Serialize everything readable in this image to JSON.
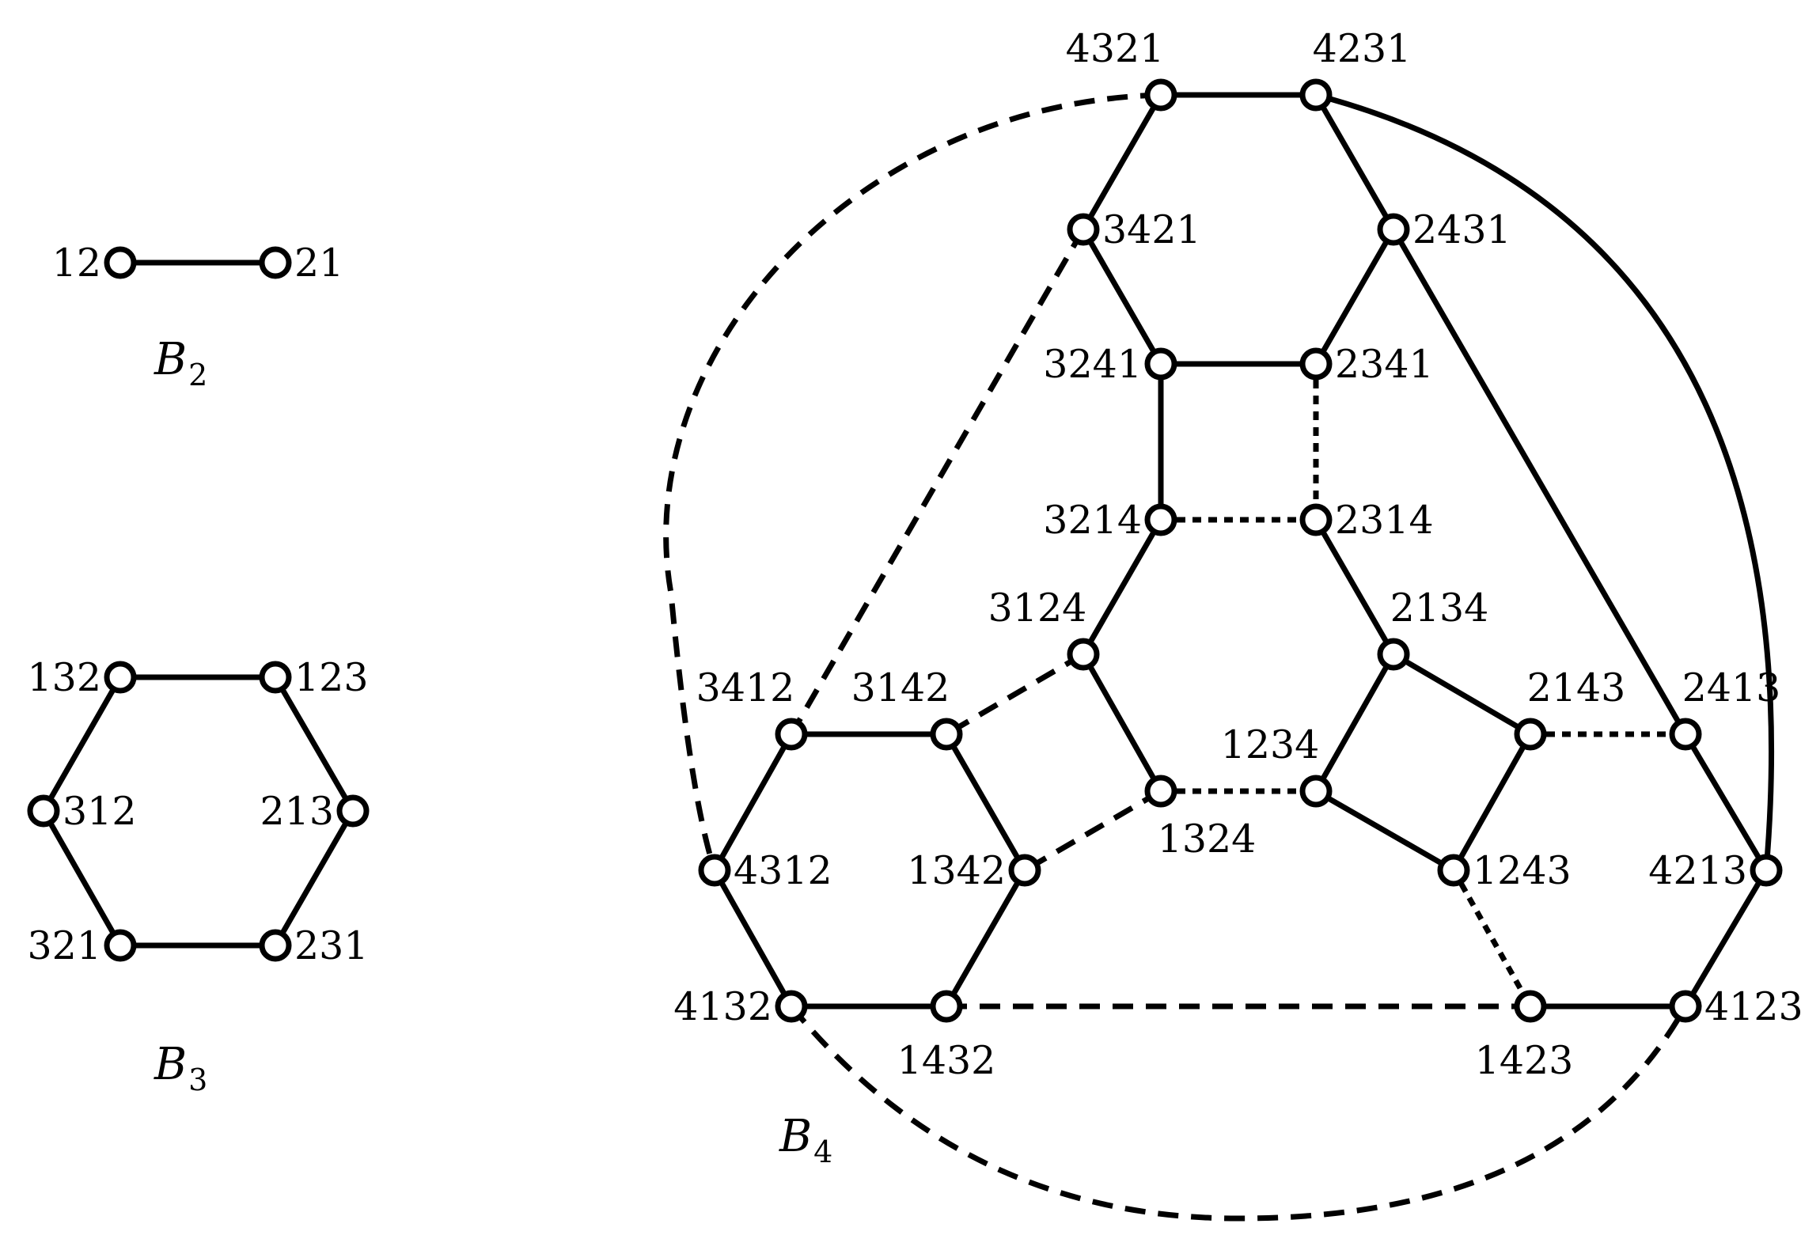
{
  "graphs": [
    {
      "id": "B2",
      "label": {
        "letter": "B",
        "sub": "2"
      },
      "vertices": [
        {
          "id": "12",
          "label": "12"
        },
        {
          "id": "21",
          "label": "21"
        }
      ],
      "edges": [
        {
          "from": "12",
          "to": "21",
          "style": "solid"
        }
      ]
    },
    {
      "id": "B3",
      "label": {
        "letter": "B",
        "sub": "3"
      },
      "vertices": [
        {
          "id": "132",
          "label": "132"
        },
        {
          "id": "123",
          "label": "123"
        },
        {
          "id": "312",
          "label": "312"
        },
        {
          "id": "213",
          "label": "213"
        },
        {
          "id": "321",
          "label": "321"
        },
        {
          "id": "231",
          "label": "231"
        }
      ],
      "edges": [
        {
          "from": "132",
          "to": "123",
          "style": "solid"
        },
        {
          "from": "123",
          "to": "213",
          "style": "solid"
        },
        {
          "from": "213",
          "to": "231",
          "style": "solid"
        },
        {
          "from": "231",
          "to": "321",
          "style": "solid"
        },
        {
          "from": "321",
          "to": "312",
          "style": "solid"
        },
        {
          "from": "312",
          "to": "132",
          "style": "solid"
        }
      ]
    },
    {
      "id": "B4",
      "label": {
        "letter": "B",
        "sub": "4"
      },
      "vertices": [
        {
          "id": "4321",
          "label": "4321"
        },
        {
          "id": "4231",
          "label": "4231"
        },
        {
          "id": "3421",
          "label": "3421"
        },
        {
          "id": "2431",
          "label": "2431"
        },
        {
          "id": "3241",
          "label": "3241"
        },
        {
          "id": "2341",
          "label": "2341"
        },
        {
          "id": "3214",
          "label": "3214"
        },
        {
          "id": "2314",
          "label": "2314"
        },
        {
          "id": "3124",
          "label": "3124"
        },
        {
          "id": "2134",
          "label": "2134"
        },
        {
          "id": "3412",
          "label": "3412"
        },
        {
          "id": "3142",
          "label": "3142"
        },
        {
          "id": "2143",
          "label": "2143"
        },
        {
          "id": "2413",
          "label": "2413"
        },
        {
          "id": "1324",
          "label": "1324"
        },
        {
          "id": "1234",
          "label": "1234"
        },
        {
          "id": "4312",
          "label": "4312"
        },
        {
          "id": "1342",
          "label": "1342"
        },
        {
          "id": "1243",
          "label": "1243"
        },
        {
          "id": "4213",
          "label": "4213"
        },
        {
          "id": "4132",
          "label": "4132"
        },
        {
          "id": "1432",
          "label": "1432"
        },
        {
          "id": "1423",
          "label": "1423"
        },
        {
          "id": "4123",
          "label": "4123"
        }
      ],
      "edges": [
        {
          "from": "4321",
          "to": "4231",
          "style": "solid"
        },
        {
          "from": "4321",
          "to": "3421",
          "style": "solid"
        },
        {
          "from": "4231",
          "to": "2431",
          "style": "solid"
        },
        {
          "from": "4231",
          "to": "4213",
          "style": "solid",
          "curved": true
        },
        {
          "from": "4321",
          "to": "4312",
          "style": "dashed",
          "curved": true
        },
        {
          "from": "3421",
          "to": "3241",
          "style": "solid"
        },
        {
          "from": "3421",
          "to": "3412",
          "style": "dashed"
        },
        {
          "from": "2431",
          "to": "2341",
          "style": "solid"
        },
        {
          "from": "2431",
          "to": "2413",
          "style": "solid"
        },
        {
          "from": "3241",
          "to": "2341",
          "style": "solid"
        },
        {
          "from": "3241",
          "to": "3214",
          "style": "solid"
        },
        {
          "from": "2341",
          "to": "2314",
          "style": "dotted"
        },
        {
          "from": "3214",
          "to": "2314",
          "style": "dotted"
        },
        {
          "from": "3214",
          "to": "3124",
          "style": "solid"
        },
        {
          "from": "2314",
          "to": "2134",
          "style": "solid"
        },
        {
          "from": "3124",
          "to": "3142",
          "style": "dashed"
        },
        {
          "from": "3124",
          "to": "1324",
          "style": "solid"
        },
        {
          "from": "2134",
          "to": "1234",
          "style": "solid"
        },
        {
          "from": "2134",
          "to": "2143",
          "style": "solid"
        },
        {
          "from": "2143",
          "to": "2413",
          "style": "dotted"
        },
        {
          "from": "2143",
          "to": "1243",
          "style": "solid"
        },
        {
          "from": "1324",
          "to": "1234",
          "style": "dotted"
        },
        {
          "from": "1324",
          "to": "1342",
          "style": "dashed"
        },
        {
          "from": "1234",
          "to": "1243",
          "style": "solid"
        },
        {
          "from": "1243",
          "to": "1423",
          "style": "dotted"
        },
        {
          "from": "3412",
          "to": "3142",
          "style": "solid"
        },
        {
          "from": "3412",
          "to": "4312",
          "style": "solid"
        },
        {
          "from": "3142",
          "to": "1342",
          "style": "solid"
        },
        {
          "from": "4312",
          "to": "4132",
          "style": "solid"
        },
        {
          "from": "1342",
          "to": "1432",
          "style": "solid"
        },
        {
          "from": "4132",
          "to": "1432",
          "style": "solid"
        },
        {
          "from": "1432",
          "to": "1423",
          "style": "dashed"
        },
        {
          "from": "1423",
          "to": "4123",
          "style": "solid"
        },
        {
          "from": "4123",
          "to": "4213",
          "style": "solid"
        },
        {
          "from": "2413",
          "to": "4213",
          "style": "solid"
        },
        {
          "from": "4132",
          "to": "4123",
          "style": "dashed",
          "curved": true
        }
      ]
    }
  ]
}
